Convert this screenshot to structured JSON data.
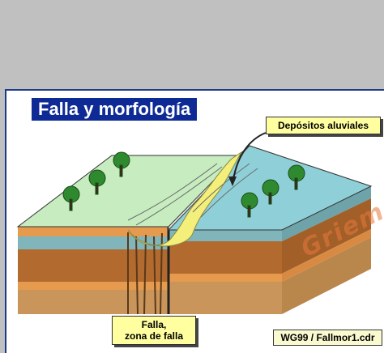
{
  "title": "Falla y morfología",
  "labels": {
    "deposits": "Depósitos aluviales",
    "fault_line1": "Falla,",
    "fault_line2": "zona de falla",
    "credit": "WG99 / Fallmor1.cdr",
    "watermark": "Griem"
  },
  "colors": {
    "window_bg": "#c0c0c0",
    "title_bg": "#0e2a94",
    "surface_left": "#c6ecc0",
    "surface_right": "#8fd0d8",
    "alluvial": "#f4ee7a",
    "layer_orange": "#e59a4e",
    "layer_brown": "#b26a2e",
    "layer_tan": "#c9955a",
    "layer_teal": "#7fb5bb",
    "tree": "#2f8a2f"
  },
  "icons": [
    "tree-icon",
    "arrow-icon"
  ]
}
